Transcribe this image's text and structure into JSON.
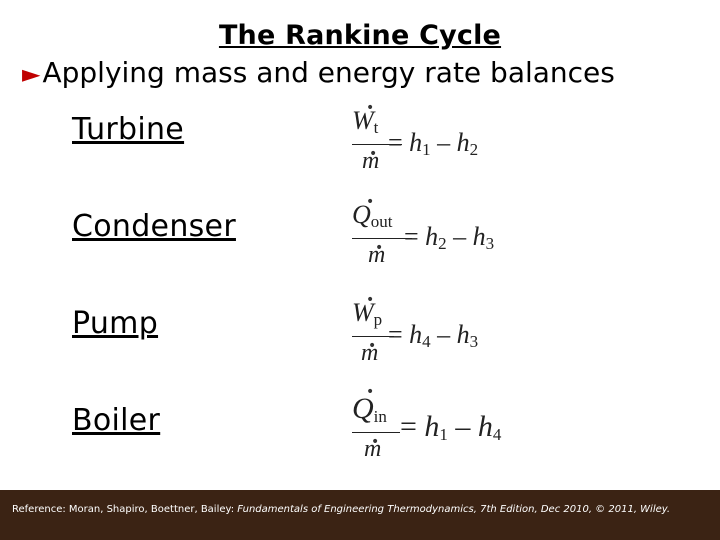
{
  "slide": {
    "title": "The Rankine Cycle",
    "subtitle": "Applying mass and energy rate balances",
    "bullet_icon": "red-arrow-right"
  },
  "rows": [
    {
      "label": "Turbine",
      "symbol": "W",
      "subscript": "t",
      "den": "m",
      "rhs_a": "h",
      "rhs_a_sub": "1",
      "rhs_b": "h",
      "rhs_b_sub": "2"
    },
    {
      "label": "Condenser",
      "symbol": "Q",
      "subscript": "out",
      "den": "m",
      "rhs_a": "h",
      "rhs_a_sub": "2",
      "rhs_b": "h",
      "rhs_b_sub": "3"
    },
    {
      "label": "Pump",
      "symbol": "W",
      "subscript": "p",
      "den": "m",
      "rhs_a": "h",
      "rhs_a_sub": "4",
      "rhs_b": "h",
      "rhs_b_sub": "3"
    },
    {
      "label": "Boiler",
      "symbol": "Q",
      "subscript": "in",
      "den": "m",
      "rhs_a": "h",
      "rhs_a_sub": "1",
      "rhs_b": "h",
      "rhs_b_sub": "4"
    }
  ],
  "operators": {
    "equals": "=",
    "minus": "–"
  },
  "footer": {
    "ref_prefix": "Reference: Moran, Shapiro, Boettner, Bailey: ",
    "ref_book": "Fundamentals of Engineering Thermodynamics, 7th Edition, Dec 2010, © 2011, Wiley."
  },
  "colors": {
    "accent": "#c00000",
    "footer_bg": "#3b2314"
  }
}
